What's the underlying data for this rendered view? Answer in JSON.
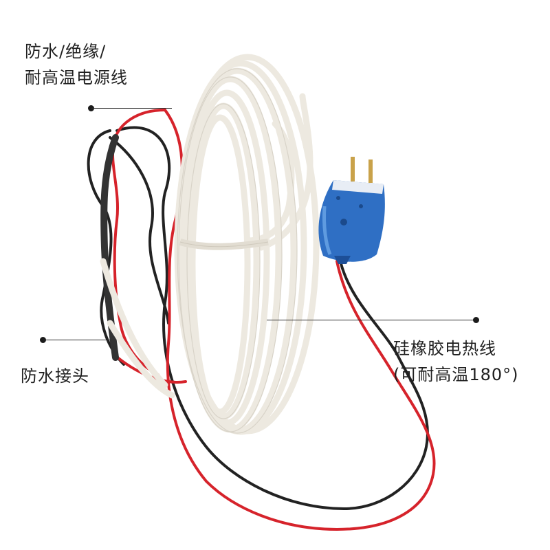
{
  "callouts": {
    "power_cord": {
      "line1": "防水/绝缘/",
      "line2": "耐高温电源线"
    },
    "waterproof_joint": {
      "label": "防水接头"
    },
    "heating_wire": {
      "line1": "硅橡胶电热线",
      "line2": "(可耐高温180°)"
    }
  },
  "colors": {
    "cable": "#f1eee6",
    "red_wire": "#d6232b",
    "black_wire": "#222222",
    "plug_body": "#2f6fc4",
    "text": "#1f1f1f"
  }
}
